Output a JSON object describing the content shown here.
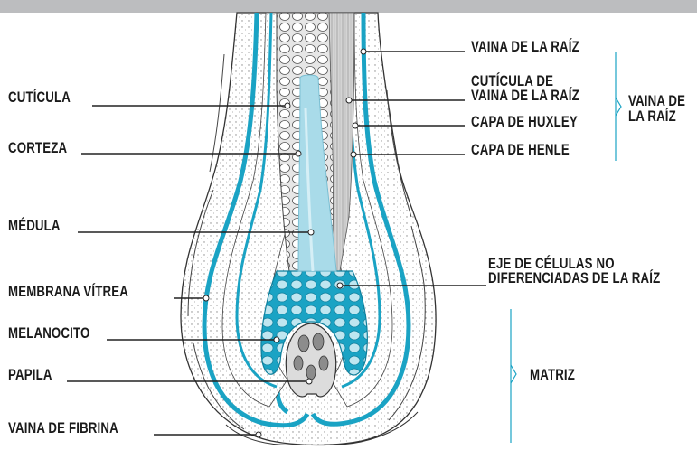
{
  "labels": {
    "cuticula": "CUTÍCULA",
    "corteza": "CORTEZA",
    "medula": "MÉDULA",
    "membrana_vitrea": "MEMBRANA VÍTREA",
    "melanocito": "MELANOCITO",
    "papila": "PAPILA",
    "vaina_fibrina": "VAINA DE FIBRINA",
    "vaina_raiz": "VAINA DE LA RAÍZ",
    "cuticula_vaina_line1": "CUTÍCULA DE",
    "cuticula_vaina_line2": "VAINA DE LA RAÍZ",
    "capa_huxley": "CAPA DE HUXLEY",
    "capa_henle": "CAPA DE HENLE",
    "vaina_de_line1": "VAINA DE",
    "vaina_de_line2": "LA RAÍZ",
    "eje_line1": "EJE DE CÉLULAS NO",
    "eje_line2": "DIFERENCIADAS DE LA RAÍZ",
    "matriz": "MATRIZ"
  },
  "colors": {
    "accent_blue": "#1aa3c4",
    "light_blue": "#a9dbe9",
    "topbar_gray": "#bcbdbf",
    "leader_line": "#222222"
  }
}
